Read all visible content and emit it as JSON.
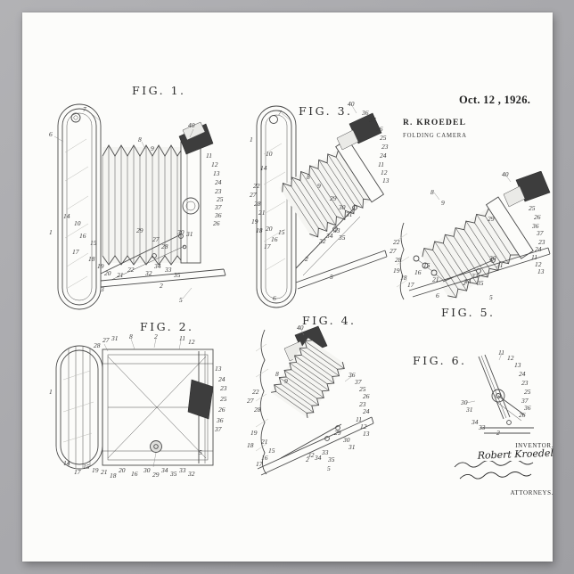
{
  "poster": {
    "background_color": "#a9a9ac",
    "paper_color": "#fcfcfa"
  },
  "header": {
    "date": "Oct. 12 , 1926.",
    "inventor": "R. KROEDEL",
    "title": "FOLDING CAMERA"
  },
  "signature": {
    "inventor_heading": "INVENTOR.",
    "inventor_name": "Robert Kroedel",
    "attorneys_label": "ATTORNEYS."
  },
  "figures": [
    {
      "label": "FIG. 1.",
      "refs": [
        [
          "7",
          38,
          10
        ],
        [
          "6",
          0,
          38
        ],
        [
          "1",
          0,
          148
        ],
        [
          "10",
          28,
          138
        ],
        [
          "14",
          16,
          130
        ],
        [
          "8",
          100,
          44
        ],
        [
          "9",
          114,
          54
        ],
        [
          "40",
          156,
          28
        ],
        [
          "11",
          176,
          62
        ],
        [
          "12",
          182,
          72
        ],
        [
          "13",
          184,
          82
        ],
        [
          "24",
          186,
          92
        ],
        [
          "23",
          186,
          102
        ],
        [
          "25",
          188,
          111
        ],
        [
          "37",
          186,
          120
        ],
        [
          "36",
          186,
          129
        ],
        [
          "26",
          184,
          138
        ],
        [
          "29",
          98,
          146
        ],
        [
          "30",
          144,
          148
        ],
        [
          "31",
          154,
          150
        ],
        [
          "27",
          116,
          156
        ],
        [
          "28",
          126,
          164
        ],
        [
          "16",
          34,
          152
        ],
        [
          "15",
          46,
          160
        ],
        [
          "17",
          26,
          170
        ],
        [
          "18",
          44,
          178
        ],
        [
          "19",
          54,
          186
        ],
        [
          "20",
          62,
          194
        ],
        [
          "21",
          76,
          196
        ],
        [
          "22",
          88,
          190
        ],
        [
          "32",
          108,
          194
        ],
        [
          "34",
          118,
          186
        ],
        [
          "33",
          130,
          190
        ],
        [
          "35",
          140,
          196
        ],
        [
          "2",
          124,
          208
        ],
        [
          "3",
          58,
          212
        ],
        [
          "5",
          146,
          224
        ]
      ]
    },
    {
      "label": "FIG. 2.",
      "refs": [
        [
          "27",
          60,
          4
        ],
        [
          "31",
          70,
          2
        ],
        [
          "8",
          90,
          0
        ],
        [
          "2",
          118,
          0
        ],
        [
          "11",
          146,
          2
        ],
        [
          "12",
          156,
          6
        ],
        [
          "28",
          50,
          10
        ],
        [
          "13",
          186,
          36
        ],
        [
          "24",
          190,
          48
        ],
        [
          "23",
          192,
          58
        ],
        [
          "25",
          192,
          70
        ],
        [
          "26",
          190,
          82
        ],
        [
          "36",
          188,
          94
        ],
        [
          "37",
          186,
          104
        ],
        [
          "1",
          0,
          62
        ],
        [
          "21",
          58,
          152
        ],
        [
          "18",
          68,
          156
        ],
        [
          "19",
          48,
          150
        ],
        [
          "16",
          92,
          154
        ],
        [
          "30",
          106,
          150
        ],
        [
          "29",
          116,
          155
        ],
        [
          "34",
          126,
          150
        ],
        [
          "35",
          136,
          154
        ],
        [
          "33",
          146,
          150
        ],
        [
          "32",
          156,
          154
        ],
        [
          "15",
          38,
          146
        ],
        [
          "17",
          28,
          152
        ],
        [
          "20",
          78,
          150
        ],
        [
          "5",
          168,
          130
        ],
        [
          "14",
          16,
          142
        ]
      ]
    },
    {
      "label": "FIG. 3.",
      "refs": [
        [
          "7",
          32,
          14
        ],
        [
          "1",
          0,
          44
        ],
        [
          "40",
          110,
          4
        ],
        [
          "36",
          126,
          14
        ],
        [
          "37",
          134,
          22
        ],
        [
          "26",
          142,
          32
        ],
        [
          "25",
          146,
          42
        ],
        [
          "23",
          148,
          52
        ],
        [
          "24",
          146,
          62
        ],
        [
          "11",
          144,
          72
        ],
        [
          "12",
          147,
          81
        ],
        [
          "13",
          149,
          90
        ],
        [
          "8",
          64,
          86
        ],
        [
          "9",
          76,
          96
        ],
        [
          "29",
          90,
          110
        ],
        [
          "30",
          100,
          120
        ],
        [
          "31",
          108,
          128
        ],
        [
          "22",
          4,
          96
        ],
        [
          "27",
          0,
          106
        ],
        [
          "28",
          5,
          116
        ],
        [
          "21",
          10,
          126
        ],
        [
          "19",
          2,
          136
        ],
        [
          "18",
          7,
          146
        ],
        [
          "15",
          32,
          148
        ],
        [
          "16",
          24,
          156
        ],
        [
          "17",
          16,
          164
        ],
        [
          "33",
          94,
          146
        ],
        [
          "34",
          86,
          152
        ],
        [
          "35",
          100,
          154
        ],
        [
          "32",
          78,
          158
        ],
        [
          "2",
          62,
          178
        ],
        [
          "5",
          90,
          198
        ],
        [
          "6",
          26,
          222
        ],
        [
          "10",
          18,
          60
        ],
        [
          "14",
          12,
          76
        ],
        [
          "20",
          18,
          144
        ]
      ]
    },
    {
      "label": "FIG. 4.",
      "refs": [
        [
          "40",
          58,
          0
        ],
        [
          "36",
          116,
          53
        ],
        [
          "37",
          123,
          61
        ],
        [
          "25",
          128,
          69
        ],
        [
          "26",
          132,
          77
        ],
        [
          "23",
          128,
          86
        ],
        [
          "24",
          132,
          94
        ],
        [
          "11",
          124,
          103
        ],
        [
          "12",
          129,
          111
        ],
        [
          "13",
          132,
          119
        ],
        [
          "30",
          110,
          126
        ],
        [
          "31",
          116,
          134
        ],
        [
          "29",
          100,
          118
        ],
        [
          "8",
          34,
          52
        ],
        [
          "9",
          44,
          60
        ],
        [
          "22",
          8,
          72
        ],
        [
          "27",
          2,
          82
        ],
        [
          "28",
          10,
          92
        ],
        [
          "19",
          6,
          118
        ],
        [
          "18",
          2,
          132
        ],
        [
          "21",
          18,
          128
        ],
        [
          "15",
          26,
          138
        ],
        [
          "16",
          18,
          146
        ],
        [
          "17",
          12,
          153
        ],
        [
          "33",
          86,
          140
        ],
        [
          "34",
          78,
          146
        ],
        [
          "35",
          93,
          148
        ],
        [
          "32",
          70,
          143
        ],
        [
          "2",
          68,
          148
        ],
        [
          "5",
          92,
          158
        ]
      ]
    },
    {
      "label": "FIG. 5.",
      "refs": [
        [
          "40",
          130,
          0
        ],
        [
          "8",
          50,
          20
        ],
        [
          "9",
          62,
          32
        ],
        [
          "29",
          114,
          50
        ],
        [
          "25",
          160,
          38
        ],
        [
          "26",
          166,
          48
        ],
        [
          "36",
          164,
          58
        ],
        [
          "37",
          169,
          66
        ],
        [
          "23",
          171,
          76
        ],
        [
          "24",
          167,
          84
        ],
        [
          "11",
          163,
          93
        ],
        [
          "12",
          167,
          101
        ],
        [
          "13",
          170,
          109
        ],
        [
          "30",
          116,
          94
        ],
        [
          "31",
          124,
          102
        ],
        [
          "2",
          86,
          122
        ],
        [
          "5",
          116,
          138
        ],
        [
          "15",
          42,
          102
        ],
        [
          "16",
          32,
          110
        ],
        [
          "21",
          52,
          118
        ],
        [
          "22",
          8,
          76
        ],
        [
          "27",
          4,
          86
        ],
        [
          "28",
          10,
          96
        ],
        [
          "33",
          96,
          114
        ],
        [
          "34",
          88,
          120
        ],
        [
          "35",
          102,
          122
        ],
        [
          "6",
          56,
          136
        ],
        [
          "17",
          24,
          124
        ],
        [
          "18",
          16,
          116
        ],
        [
          "19",
          8,
          108
        ]
      ]
    },
    {
      "label": "FIG. 6.",
      "refs": [
        [
          "11",
          56,
          0
        ],
        [
          "12",
          66,
          6
        ],
        [
          "13",
          74,
          14
        ],
        [
          "24",
          79,
          24
        ],
        [
          "23",
          82,
          34
        ],
        [
          "25",
          85,
          44
        ],
        [
          "37",
          82,
          54
        ],
        [
          "36",
          85,
          62
        ],
        [
          "26",
          79,
          70
        ],
        [
          "30",
          14,
          56
        ],
        [
          "31",
          20,
          64
        ],
        [
          "2",
          54,
          90
        ],
        [
          "34",
          26,
          78
        ],
        [
          "33",
          34,
          84
        ]
      ]
    }
  ]
}
